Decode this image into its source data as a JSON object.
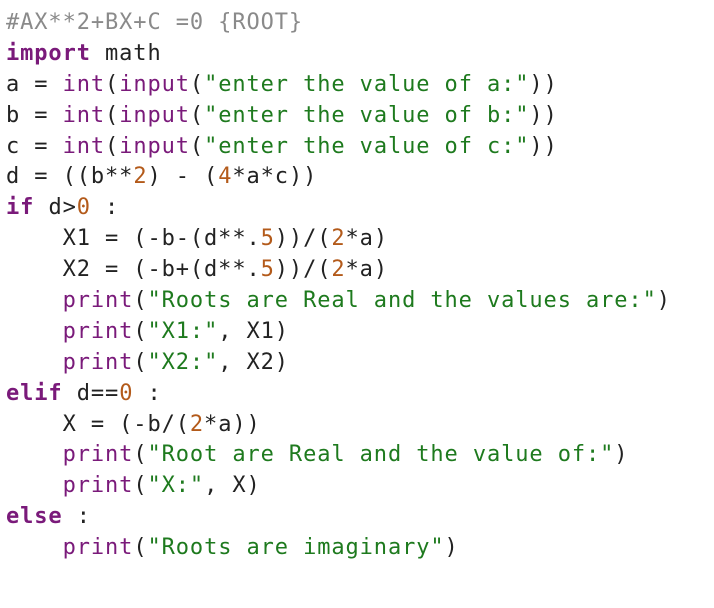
{
  "editor": {
    "language": "python",
    "colors": {
      "keyword": "#7a1a7a",
      "builtin": "#7a1a7a",
      "string": "#1e7a1e",
      "number": "#b35a1a",
      "comment": "#8a8a8a",
      "text": "#222222",
      "background": "#ffffff"
    },
    "lines": [
      [
        {
          "t": "com",
          "v": "#AX**2+BX+C =0 {ROOT}"
        }
      ],
      [
        {
          "t": "kw",
          "v": "import"
        },
        {
          "t": "plain",
          "v": " math"
        }
      ],
      [
        {
          "t": "plain",
          "v": "a = "
        },
        {
          "t": "fn",
          "v": "int"
        },
        {
          "t": "plain",
          "v": "("
        },
        {
          "t": "fn",
          "v": "input"
        },
        {
          "t": "plain",
          "v": "("
        },
        {
          "t": "str",
          "v": "\"enter the value of a:\""
        },
        {
          "t": "plain",
          "v": "))"
        }
      ],
      [
        {
          "t": "plain",
          "v": "b = "
        },
        {
          "t": "fn",
          "v": "int"
        },
        {
          "t": "plain",
          "v": "("
        },
        {
          "t": "fn",
          "v": "input"
        },
        {
          "t": "plain",
          "v": "("
        },
        {
          "t": "str",
          "v": "\"enter the value of b:\""
        },
        {
          "t": "plain",
          "v": "))"
        }
      ],
      [
        {
          "t": "plain",
          "v": "c = "
        },
        {
          "t": "fn",
          "v": "int"
        },
        {
          "t": "plain",
          "v": "("
        },
        {
          "t": "fn",
          "v": "input"
        },
        {
          "t": "plain",
          "v": "("
        },
        {
          "t": "str",
          "v": "\"enter the value of c:\""
        },
        {
          "t": "plain",
          "v": "))"
        }
      ],
      [
        {
          "t": "plain",
          "v": "d = ((b**"
        },
        {
          "t": "num",
          "v": "2"
        },
        {
          "t": "plain",
          "v": ") - ("
        },
        {
          "t": "num",
          "v": "4"
        },
        {
          "t": "plain",
          "v": "*a*c))"
        }
      ],
      [
        {
          "t": "kw",
          "v": "if"
        },
        {
          "t": "plain",
          "v": " d>"
        },
        {
          "t": "num",
          "v": "0"
        },
        {
          "t": "plain",
          "v": " :"
        }
      ],
      [
        {
          "t": "plain",
          "v": "    X1 = (-b-(d**."
        },
        {
          "t": "num",
          "v": "5"
        },
        {
          "t": "plain",
          "v": "))/("
        },
        {
          "t": "num",
          "v": "2"
        },
        {
          "t": "plain",
          "v": "*a)"
        }
      ],
      [
        {
          "t": "plain",
          "v": "    X2 = (-b+(d**."
        },
        {
          "t": "num",
          "v": "5"
        },
        {
          "t": "plain",
          "v": "))/("
        },
        {
          "t": "num",
          "v": "2"
        },
        {
          "t": "plain",
          "v": "*a)"
        }
      ],
      [
        {
          "t": "plain",
          "v": "    "
        },
        {
          "t": "fn",
          "v": "print"
        },
        {
          "t": "plain",
          "v": "("
        },
        {
          "t": "str",
          "v": "\"Roots are Real and the values are:\""
        },
        {
          "t": "plain",
          "v": ")"
        }
      ],
      [
        {
          "t": "plain",
          "v": "    "
        },
        {
          "t": "fn",
          "v": "print"
        },
        {
          "t": "plain",
          "v": "("
        },
        {
          "t": "str",
          "v": "\"X1:\""
        },
        {
          "t": "plain",
          "v": ", X1)"
        }
      ],
      [
        {
          "t": "plain",
          "v": "    "
        },
        {
          "t": "fn",
          "v": "print"
        },
        {
          "t": "plain",
          "v": "("
        },
        {
          "t": "str",
          "v": "\"X2:\""
        },
        {
          "t": "plain",
          "v": ", X2)"
        }
      ],
      [
        {
          "t": "kw",
          "v": "elif"
        },
        {
          "t": "plain",
          "v": " d=="
        },
        {
          "t": "num",
          "v": "0"
        },
        {
          "t": "plain",
          "v": " :"
        }
      ],
      [
        {
          "t": "plain",
          "v": "    X = (-b/("
        },
        {
          "t": "num",
          "v": "2"
        },
        {
          "t": "plain",
          "v": "*a))"
        }
      ],
      [
        {
          "t": "plain",
          "v": "    "
        },
        {
          "t": "fn",
          "v": "print"
        },
        {
          "t": "plain",
          "v": "("
        },
        {
          "t": "str",
          "v": "\"Root are Real and the value of:\""
        },
        {
          "t": "plain",
          "v": ")"
        }
      ],
      [
        {
          "t": "plain",
          "v": "    "
        },
        {
          "t": "fn",
          "v": "print"
        },
        {
          "t": "plain",
          "v": "("
        },
        {
          "t": "str",
          "v": "\"X:\""
        },
        {
          "t": "plain",
          "v": ", X)"
        }
      ],
      [
        {
          "t": "kw",
          "v": "else"
        },
        {
          "t": "plain",
          "v": " :"
        }
      ],
      [
        {
          "t": "plain",
          "v": "    "
        },
        {
          "t": "fn",
          "v": "print"
        },
        {
          "t": "plain",
          "v": "("
        },
        {
          "t": "str",
          "v": "\"Roots are imaginary\""
        },
        {
          "t": "plain",
          "v": ")"
        }
      ]
    ]
  }
}
